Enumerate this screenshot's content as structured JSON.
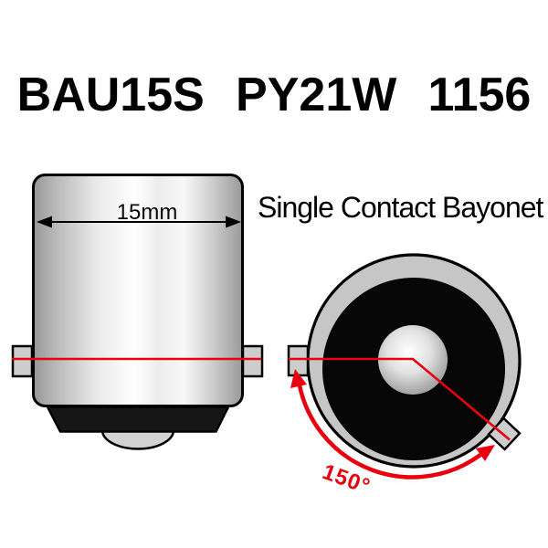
{
  "title": "BAU15S PY21W 1156",
  "side_view": {
    "dimension_label": "15mm"
  },
  "front_view": {
    "caption": "Single Contact Bayonet",
    "angle_label": "150°"
  },
  "colors": {
    "accent_red": "#e8000f",
    "metal_gray": "#c6c6c6",
    "text_black": "#000000"
  }
}
